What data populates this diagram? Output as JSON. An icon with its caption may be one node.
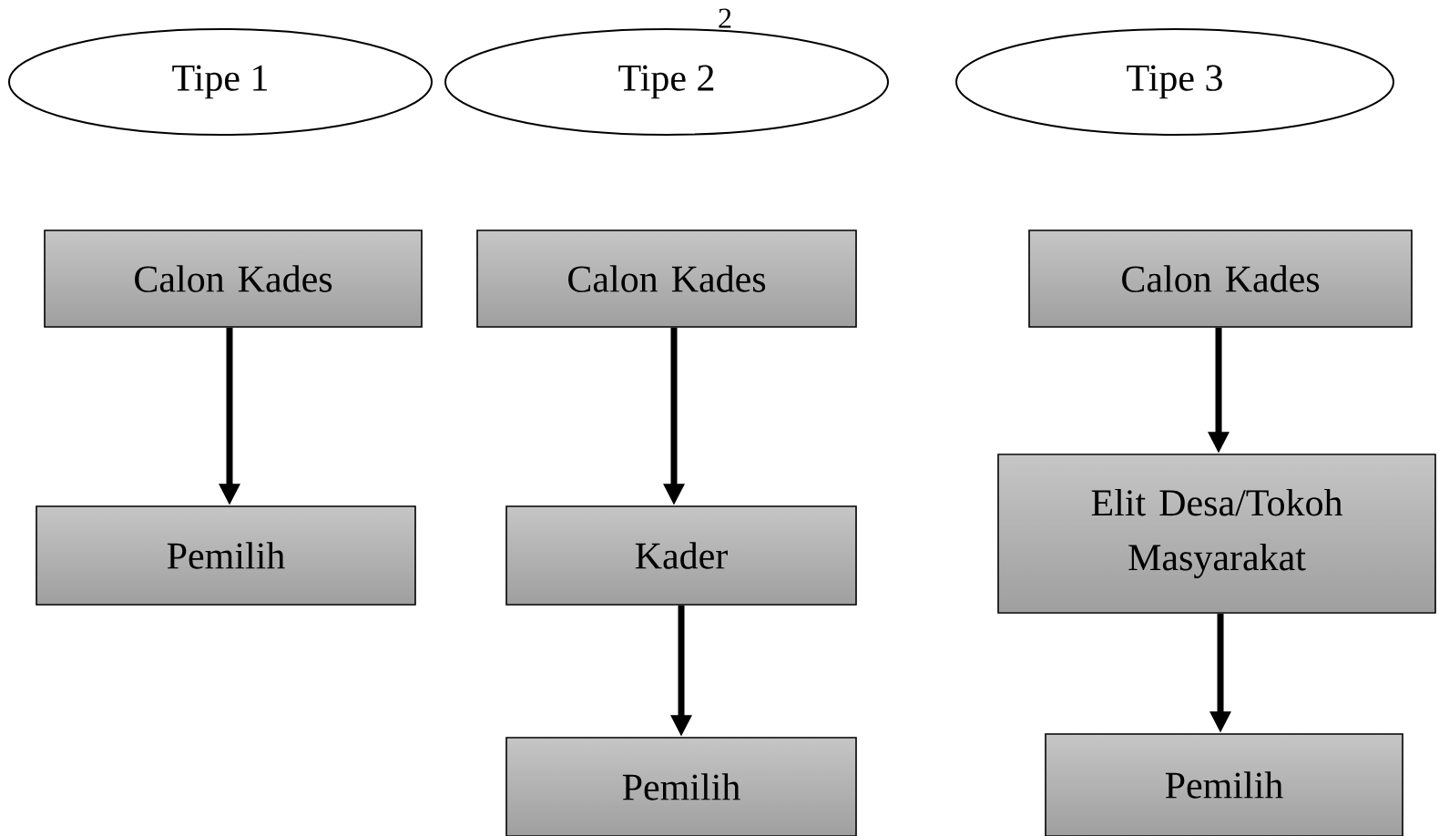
{
  "diagram": {
    "nodes": [
      {
        "text": [
          "Tipe 1"
        ]
      },
      {
        "text": [
          "Tipe 2"
        ]
      },
      {
        "text": [
          "Tipe 3"
        ]
      },
      {
        "text": [
          "Calon Kades"
        ]
      },
      {
        "text": [
          "Pemilih"
        ]
      },
      {
        "text": [
          "Calon Kades"
        ]
      },
      {
        "text": [
          "Kader"
        ]
      },
      {
        "text": [
          "Pemilih"
        ]
      },
      {
        "text": [
          "Calon Kades"
        ]
      },
      {
        "text": [
          "Elit Desa/Tokoh Masyarakat"
        ]
      },
      {
        "text": [
          "Pemilih"
        ]
      }
    ],
    "edges": [
      {
        "from": 3,
        "to": 4,
        "arrow": "to"
      },
      {
        "from": 5,
        "to": 6,
        "arrow": "to"
      },
      {
        "from": 6,
        "to": 7,
        "arrow": "to"
      },
      {
        "from": 8,
        "to": 9,
        "arrow": "to"
      },
      {
        "from": 9,
        "to": 10,
        "arrow": "to"
      }
    ],
    "labels": [
      "2"
    ]
  }
}
